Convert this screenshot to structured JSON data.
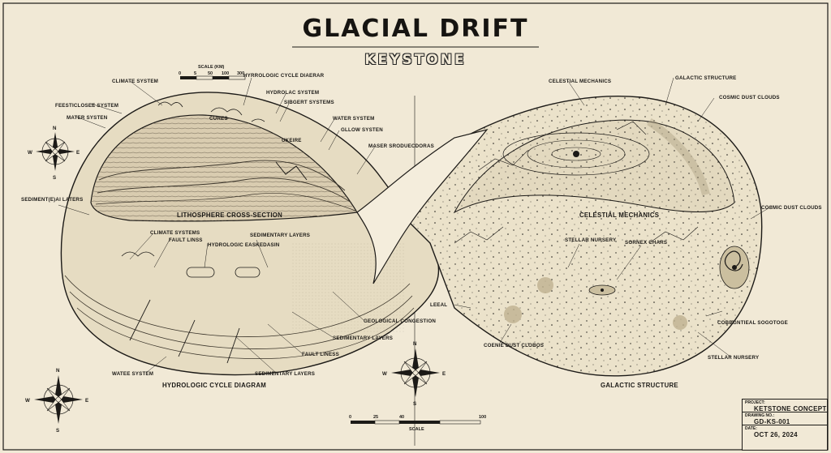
{
  "title": "GLACIAL DRIFT",
  "subtitle": "KEYSTONE",
  "sections": {
    "top_left": "LITHOSPHERE CROSS-SECTION",
    "top_right": "CELESTIAL MECHANICS",
    "bottom_left": "HYDROLOGIC CYCLE DIAGRAM",
    "bottom_right": "GALACTIC STRUCTURE"
  },
  "labels": {
    "climate_system_top": "CLIMATE SYSTEM",
    "feestclosee_system": "FEESTICLOSEE SYSTEM",
    "mater_systen": "MATER SYSTEN",
    "hyrrologic_cycle": "HYRROLOGIC CYCLE DIAERAR",
    "hydrolac_system": "HYDROLAC SYSTEM",
    "sibgert_systems": "SIBGERT SYSTEMS",
    "water_system": "WATER SYSTEM",
    "gllow_systen": "GLLOW SYSTEN",
    "maner_sroquicdoras": "MASER SRODUECDORAS",
    "cures": "CURES",
    "ukeire": "UKEIRE",
    "sedimentari_laters": "SEDIMENT(E)AI LATERS",
    "climate_systems": "CLIMATE SYSTEMS",
    "fault_lniss": "FAULT LINSS",
    "hydrologic_easkedasin": "HYDROLOGIC EASKEDASIN",
    "sedimentary_layers_top": "SEDIMENTARY LAYERS",
    "geological_congestion": "GEOLOGICAL CONGESTION",
    "sedimentary_layers_mid": "SEDIMENTARY LAYERS",
    "fault_liness": "FAULT LINESS",
    "sedimentary_layers_bottom": "SEDIMENTARY LAYERS",
    "watee_system": "WATEE SYSTEM",
    "celestial_mechanics_label": "CELESTIAL MECHANICS",
    "galactic_structure_label": "GALACTIC STRUCTURE",
    "cosmic_dust_clouds_top": "COSMIC DUST CLOUDS",
    "cosmic_dust_clouds_right": "COSMIC DUST CLOUDS",
    "stellar_nursery_top": "STELLAR NURSERY",
    "sornex_chars": "SORNEX CHARS",
    "leeal": "LEEAL",
    "coenie_dust_clobos": "COENIE DUST CLOBOS",
    "stellar_nursery_bottom": "STELLAR NURSERY",
    "cobbgntieal_sogotoge": "COBBGNTIEAL SOGOTOGE"
  },
  "scale_top": {
    "label": "SCALE (KM)",
    "ticks": [
      "0",
      "5",
      "50",
      "100",
      "300"
    ]
  },
  "scale_bottom": {
    "label": "SCALE",
    "ticks": [
      "0",
      "25",
      "40",
      "100"
    ]
  },
  "compass": {
    "n": "N",
    "s": "S",
    "e": "E",
    "w": "W"
  },
  "title_block": {
    "project_key": "PROJECT:",
    "project": "KETSTONE CONCEPT",
    "drawing_key": "DRAWING NO.:",
    "drawing": "GD-KS-001",
    "date_key": "DATE:",
    "date": "OCT 26, 2024"
  },
  "colors": {
    "paper": "#f1e9d6",
    "ink": "#1c1a17",
    "band": "#e6dcc2",
    "shade": "#c9bc9c"
  }
}
